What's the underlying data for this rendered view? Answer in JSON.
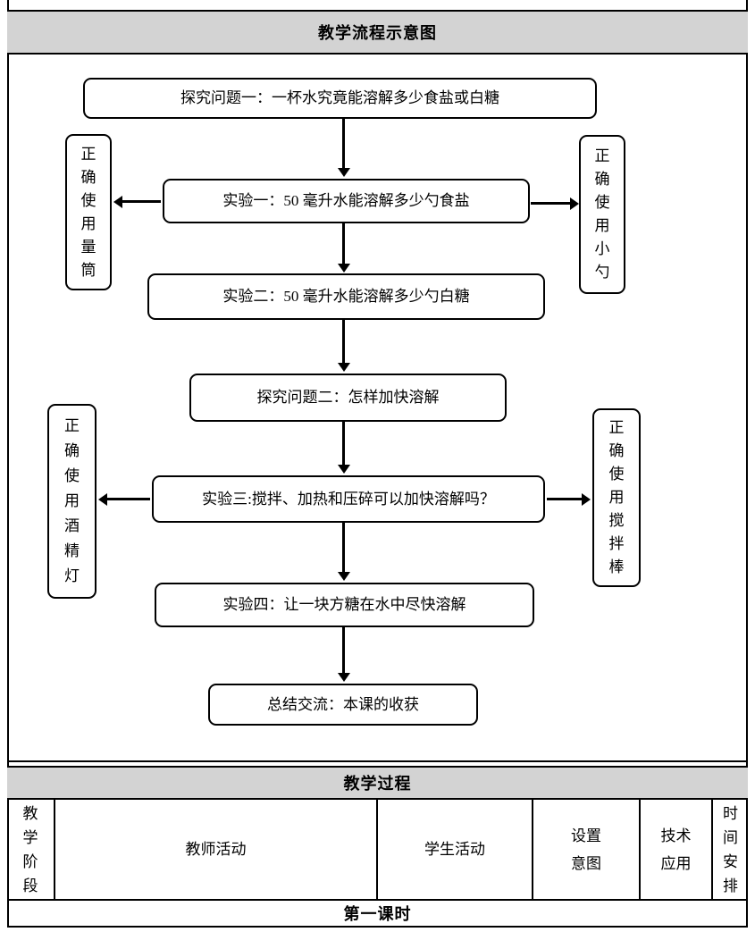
{
  "document": {
    "flow_section_title": "教学流程示意图",
    "process_section_title": "教学过程",
    "lesson_row_label": "第一课时"
  },
  "flowchart": {
    "nodes": {
      "question1": "探究问题一：一杯水究竟能溶解多少食盐或白糖",
      "experiment1": "实验一：50 毫升水能溶解多少勺食盐",
      "experiment2": "实验二：50 毫升水能溶解多少勺白糖",
      "question2": "探究问题二：怎样加快溶解",
      "experiment3": "实验三:搅拌、加热和压碎可以加快溶解吗？",
      "experiment4": "实验四：让一块方糖在水中尽快溶解",
      "summary": "总结交流：本课的收获"
    },
    "side_nodes": {
      "measuring_cylinder": "正\n确\n使\n用\n量\n筒",
      "small_spoon": "正\n确\n使\n用\n小\n勺",
      "alcohol_lamp": "正\n确\n使\n用\n酒\n精\n灯",
      "stir_rod": "正\n确\n使\n用\n搅\n拌\n棒"
    }
  },
  "process_table": {
    "columns": [
      "教\n学\n阶\n段",
      "教师活动",
      "学生活动",
      "设置\n意图",
      "技术\n应用",
      "时\n间\n安\n排"
    ]
  },
  "colors": {
    "section_header_bg": "#d3d3d3",
    "line": "#000000",
    "background": "#ffffff"
  }
}
